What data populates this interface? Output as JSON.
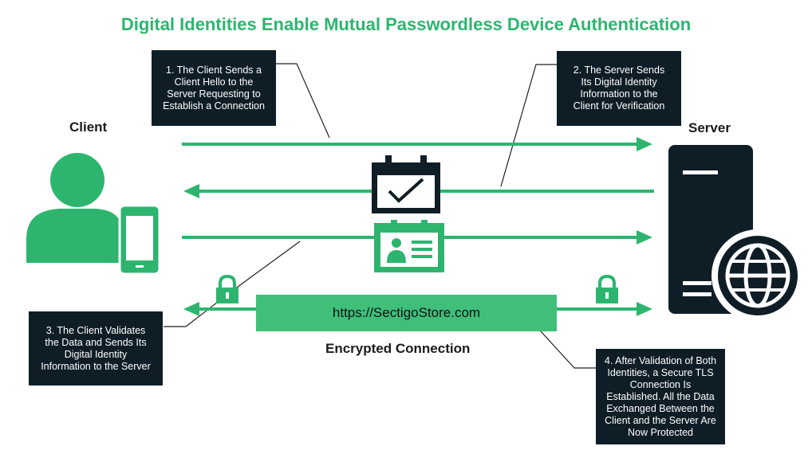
{
  "title": "Digital Identities Enable Mutual Passwordless Device Authentication",
  "client_label": "Client",
  "server_label": "Server",
  "url_text": "https://SectigoStore.com",
  "connection_label": "Encrypted Connection",
  "callouts": {
    "step1": "1. The Client Sends a\nClient Hello to the\nServer Requesting to\nEstablish a Connection",
    "step2": "2. The Server Sends\nIts Digital Identity\nInformation to the\nClient for Verification",
    "step3": "3. The Client Validates\nthe Data and Sends Its\nDigital Identity\nInformation to the Server",
    "step4": "4. After Validation of Both\nIdentities, a Secure TLS\nConnection Is\nEstablished. All the Data\nExchanged Between the\nClient and the Server Are\nNow Protected"
  },
  "colors": {
    "green": "#2db56f",
    "dark": "#0f1d26",
    "bar_green": "#3fbf7a"
  },
  "icons": [
    "user-icon",
    "phone-icon",
    "calendar-check-icon",
    "id-card-icon",
    "lock-icon",
    "server-icon",
    "globe-icon"
  ]
}
